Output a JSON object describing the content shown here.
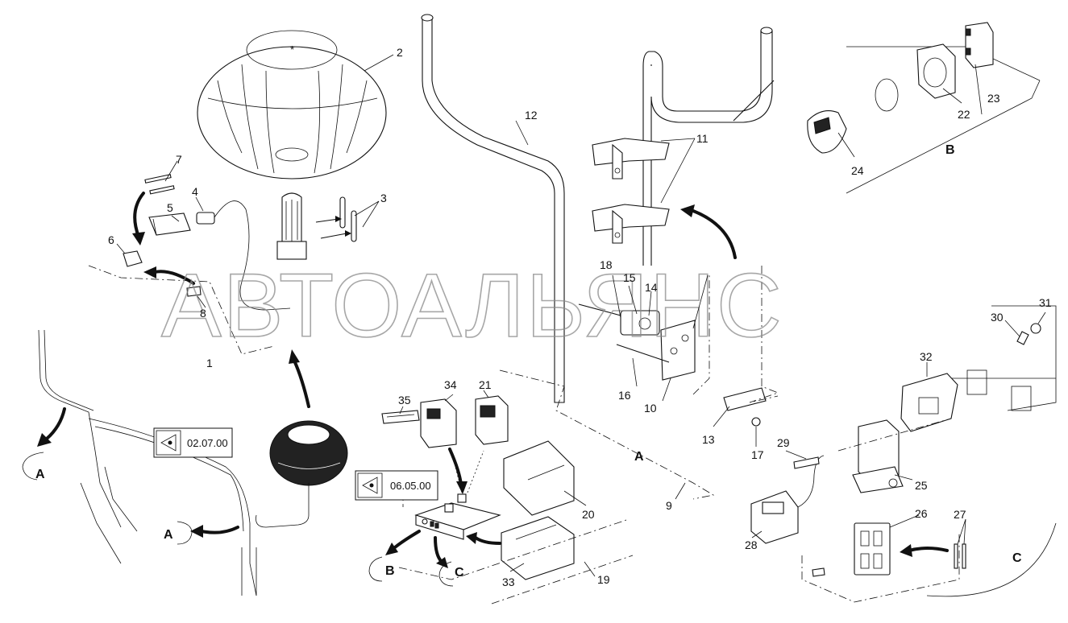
{
  "watermark": "АВТОАЛЬЯНС",
  "callouts": [
    "1",
    "2",
    "3",
    "4",
    "5",
    "6",
    "7",
    "8",
    "9",
    "10",
    "11",
    "12",
    "13",
    "14",
    "15",
    "16",
    "17",
    "18",
    "19",
    "20",
    "21",
    "22",
    "23",
    "24",
    "25",
    "26",
    "27",
    "28",
    "29",
    "30",
    "31",
    "32",
    "33",
    "34",
    "35"
  ],
  "view_letters": {
    "a": "A",
    "b": "B",
    "c": "C"
  },
  "references": {
    "ref1": "02.07.00",
    "ref2": "06.05.00"
  }
}
